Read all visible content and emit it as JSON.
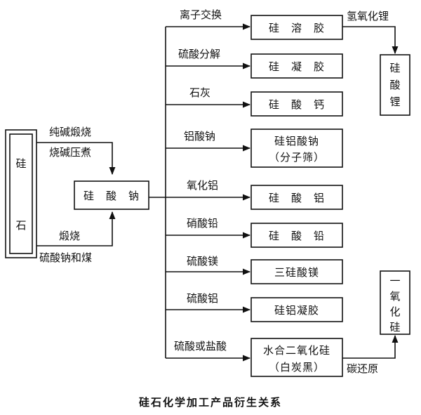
{
  "source": {
    "label_top": "硅",
    "label_bottom": "石"
  },
  "inputs_top": {
    "line1": "纯碱煅烧",
    "line2": "烧碱压煮"
  },
  "inputs_bottom": {
    "line1": "煅烧",
    "line2": "硫酸钠和煤"
  },
  "center_box": "硅　酸　钠",
  "branches": [
    {
      "process": "离子交换",
      "product": "硅　溶　胶"
    },
    {
      "process": "硫酸分解",
      "product": "硅　凝　胶"
    },
    {
      "process": "石灰",
      "product": "硅　酸　钙"
    },
    {
      "process": "铝酸钠",
      "product_line1": "硅铝酸钠",
      "product_line2": "（分子筛）"
    },
    {
      "process": "氧化铝",
      "product": "硅　酸　铝"
    },
    {
      "process": "硝酸铅",
      "product": "硅　酸　铅"
    },
    {
      "process": "硫酸镁",
      "product": "三硅酸镁"
    },
    {
      "process": "硫酸铝",
      "product": "硅铝凝胶"
    },
    {
      "process": "硫酸或盐酸",
      "product_line1": "水合二氧化硅",
      "product_line2": "（白炭黑）"
    }
  ],
  "side_top": {
    "process": "氢氧化锂",
    "chars": [
      "硅",
      "酸",
      "锂"
    ]
  },
  "side_bottom": {
    "process": "碳还原",
    "chars": [
      "一",
      "氧",
      "化",
      "硅"
    ]
  },
  "caption": "硅石化学加工产品衍生关系"
}
